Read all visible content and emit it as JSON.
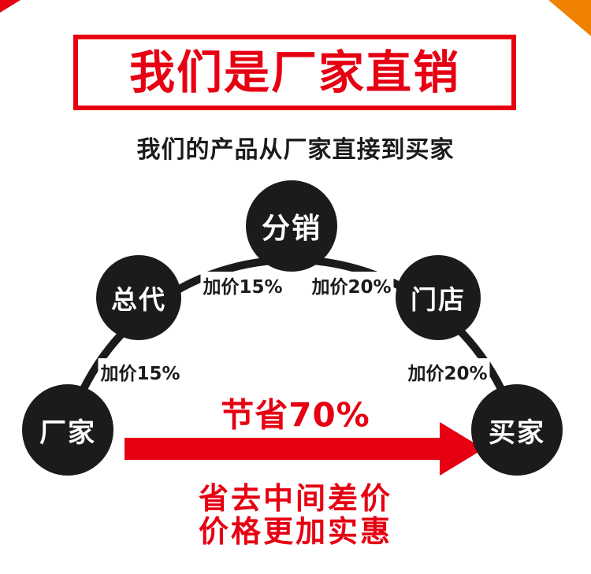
{
  "header": {
    "title": "我们是厂家直销",
    "subtitle": "我们的产品从厂家直接到买家"
  },
  "diagram": {
    "nodes": [
      {
        "id": "factory",
        "label": "厂家"
      },
      {
        "id": "agent",
        "label": "总代"
      },
      {
        "id": "distribution",
        "label": "分销"
      },
      {
        "id": "store",
        "label": "门店"
      },
      {
        "id": "buyer",
        "label": "买家"
      }
    ],
    "markup_labels": [
      {
        "text": "加价15%"
      },
      {
        "text": "加价20%"
      },
      {
        "text": "加价15%"
      },
      {
        "text": "加价20%"
      }
    ],
    "arrow_label": "节省70%"
  },
  "footer": {
    "line1": "省去中间差价",
    "line2": "价格更加实惠"
  },
  "colors": {
    "red": "#e60012",
    "black": "#1b1b1b",
    "orange": "#ef8200"
  }
}
